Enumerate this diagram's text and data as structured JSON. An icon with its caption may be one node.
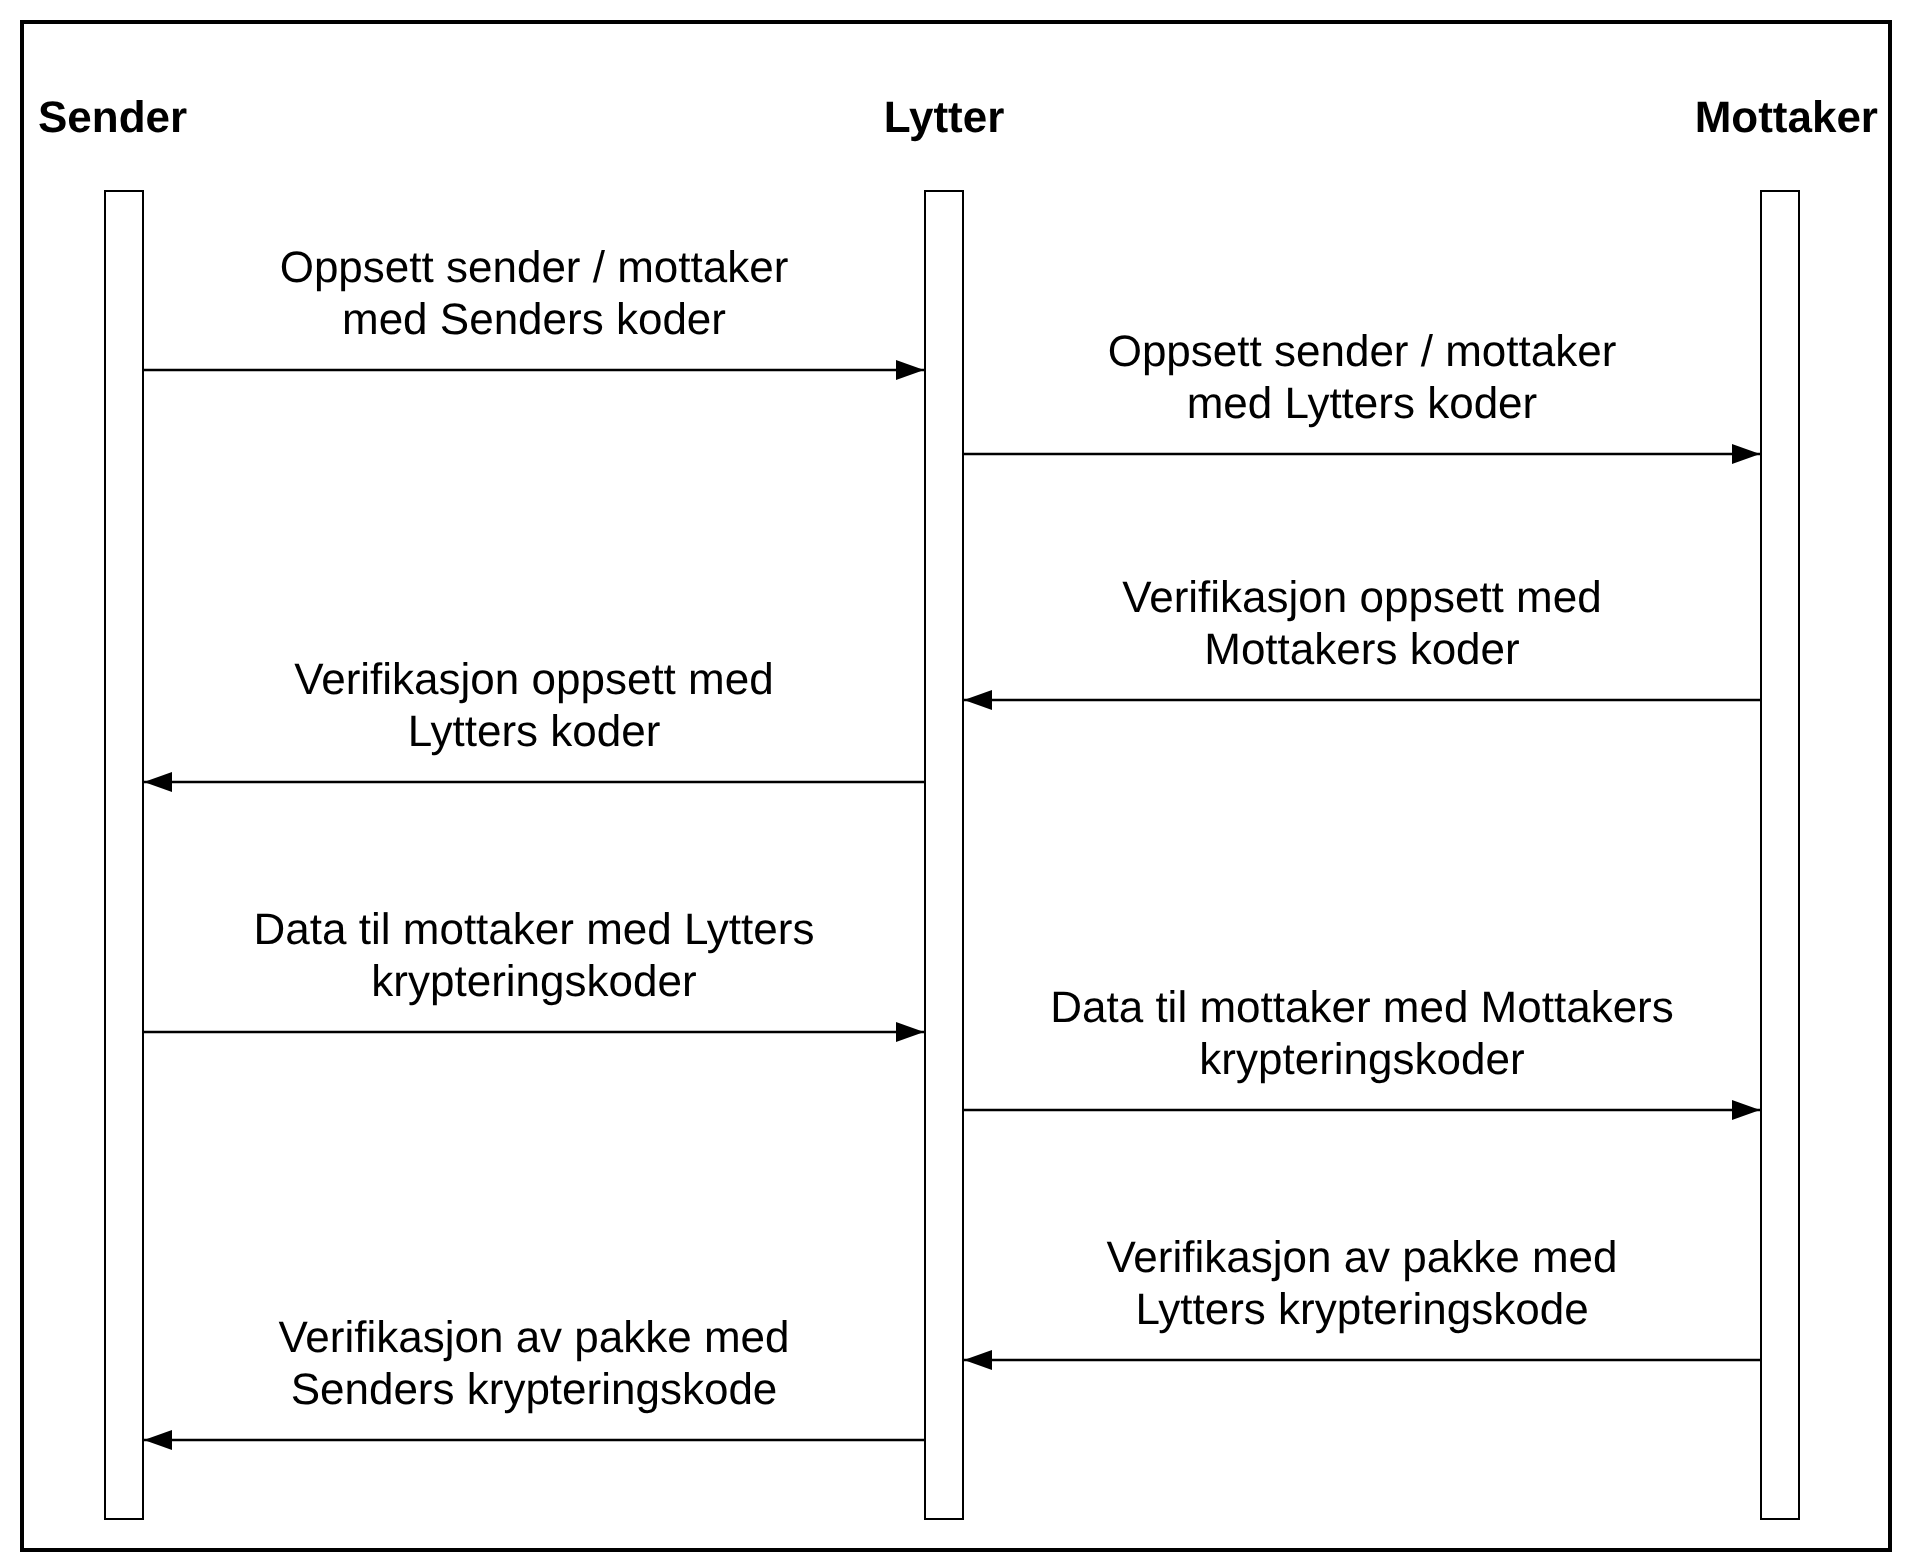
{
  "diagram": {
    "nodes": [
      {
        "text": [
          "Sender"
        ]
      },
      {
        "text": [
          "Lytter"
        ]
      },
      {
        "text": [
          "Mottaker"
        ]
      }
    ],
    "edges": [
      {
        "from": 0,
        "to": 1,
        "arrow": "to",
        "label": "Oppsett sender / mottaker med Senders koder"
      },
      {
        "from": 1,
        "to": 2,
        "arrow": "to",
        "label": "Oppsett sender / mottaker med Lytters koder"
      },
      {
        "from": 2,
        "to": 1,
        "arrow": "to",
        "label": "Verifikasjon oppsett med Mottakers koder"
      },
      {
        "from": 1,
        "to": 0,
        "arrow": "to",
        "label": "Verifikasjon oppsett med Lytters koder"
      },
      {
        "from": 0,
        "to": 1,
        "arrow": "to",
        "label": "Data til mottaker med Lytters krypteringskoder"
      },
      {
        "from": 1,
        "to": 2,
        "arrow": "to",
        "label": "Data til mottaker med Mottakers krypteringskoder"
      },
      {
        "from": 2,
        "to": 1,
        "arrow": "to",
        "label": "Verifikasjon av pakke med Lytters krypteringskode"
      },
      {
        "from": 1,
        "to": 0,
        "arrow": "to",
        "label": "Verifikasjon av pakke med Senders krypteringskode"
      }
    ]
  }
}
